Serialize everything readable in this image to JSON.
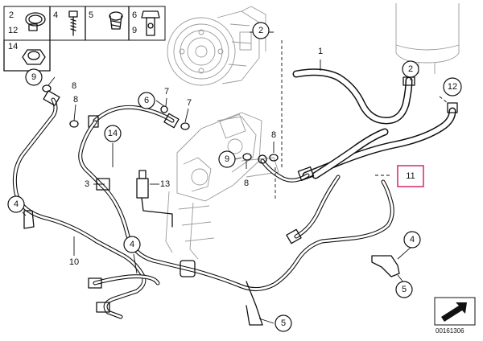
{
  "legend": {
    "cells": [
      "2",
      "4",
      "5",
      "6",
      "12",
      "9",
      "14"
    ]
  },
  "callouts": [
    "1",
    "2",
    "2",
    "3",
    "4",
    "4",
    "4",
    "5",
    "5",
    "6",
    "7",
    "7",
    "8",
    "8",
    "8",
    "8",
    "9",
    "9",
    "10",
    "11",
    "12",
    "13",
    "14"
  ],
  "highlighted_callout": "11",
  "diagram_number": "00161306"
}
